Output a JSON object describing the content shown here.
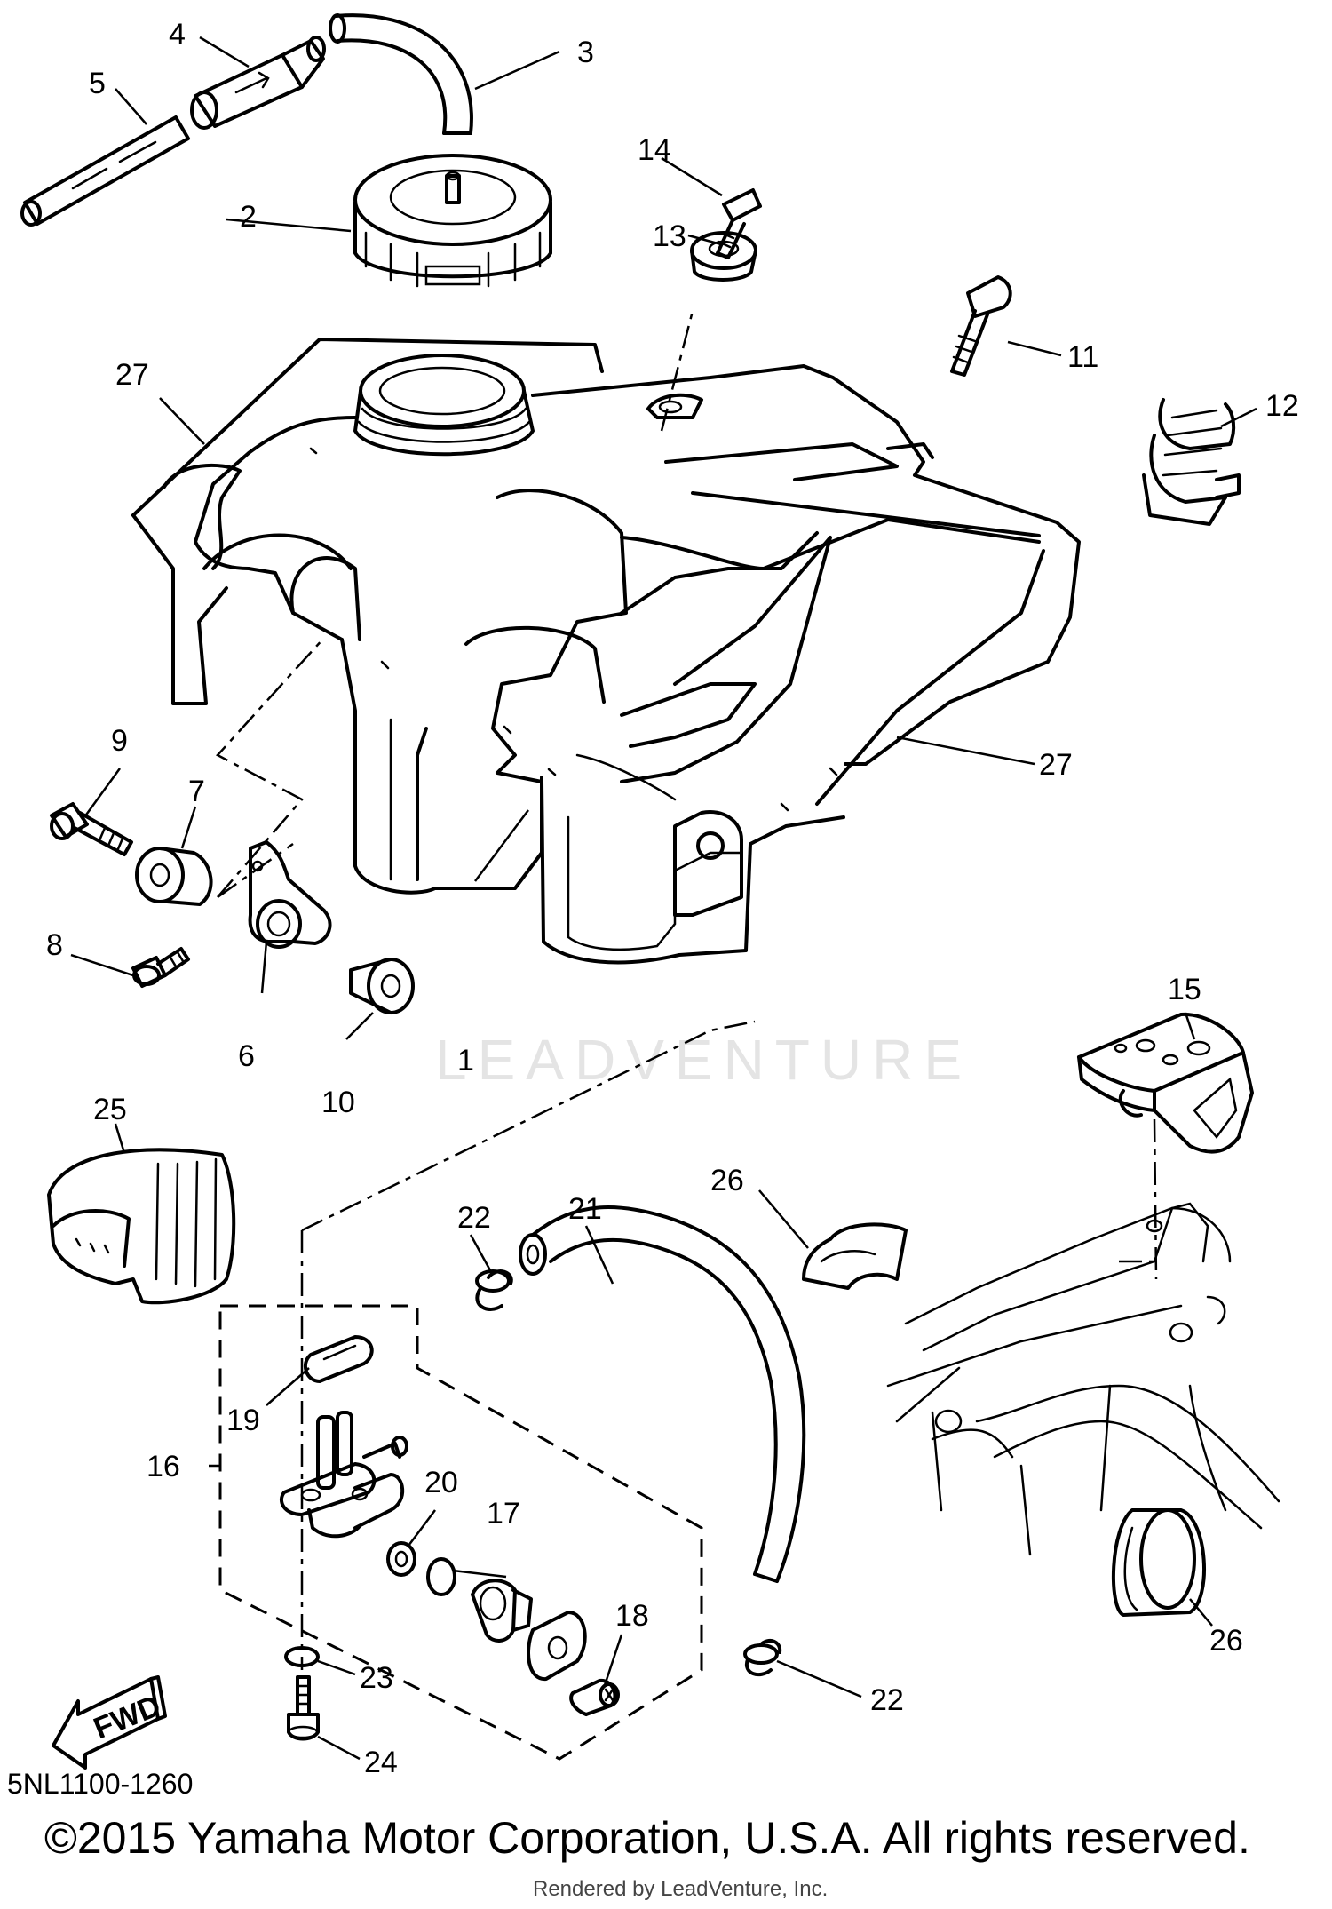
{
  "callouts": {
    "c1": "1",
    "c2": "2",
    "c3": "3",
    "c4": "4",
    "c5": "5",
    "c6": "6",
    "c7": "7",
    "c8": "8",
    "c9": "9",
    "c10": "10",
    "c11": "11",
    "c12": "12",
    "c13": "13",
    "c14": "14",
    "c15": "15",
    "c16": "16",
    "c17": "17",
    "c18": "18",
    "c19": "19",
    "c20": "20",
    "c21": "21",
    "c22a": "22",
    "c22b": "22",
    "c23": "23",
    "c24": "24",
    "c25": "25",
    "c26a": "26",
    "c26b": "26",
    "c27a": "27",
    "c27b": "27"
  },
  "fwd_label": "FWD",
  "watermark": "LEADVENTURE",
  "diagram_code": "5NL1100-1260",
  "copyright": "©2015 Yamaha Motor Corporation, U.S.A. All rights reserved.",
  "rendered_by": "Rendered by LeadVenture, Inc."
}
